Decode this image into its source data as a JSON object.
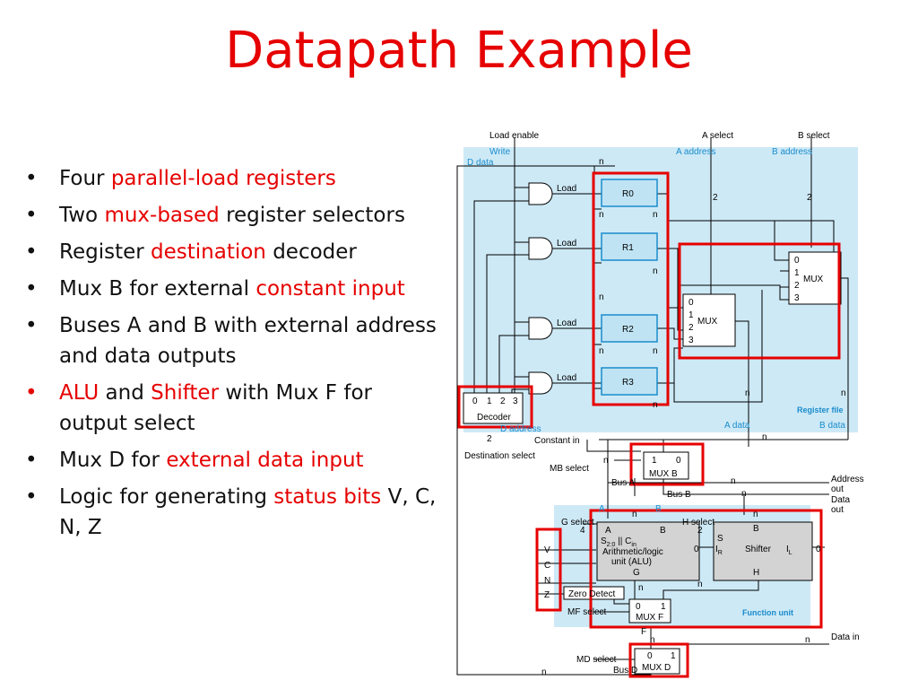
{
  "slide": {
    "title": "Datapath Example"
  },
  "bullets": [
    {
      "parts": [
        {
          "t": "Four ",
          "red": false
        },
        {
          "t": "parallel-load registers",
          "red": true
        }
      ],
      "bullet_red": false
    },
    {
      "parts": [
        {
          "t": "Two ",
          "red": false
        },
        {
          "t": "mux-based",
          "red": true
        },
        {
          "t": " register selectors",
          "red": false
        }
      ],
      "bullet_red": false
    },
    {
      "parts": [
        {
          "t": "Register ",
          "red": false
        },
        {
          "t": "destination",
          "red": true
        },
        {
          "t": " decoder",
          "red": false
        }
      ],
      "bullet_red": false
    },
    {
      "parts": [
        {
          "t": "Mux  B for external ",
          "red": false
        },
        {
          "t": "constant input",
          "red": true
        }
      ],
      "bullet_red": false
    },
    {
      "parts": [
        {
          "t": "Buses A and B with external address and data outputs",
          "red": false
        }
      ],
      "bullet_red": false
    },
    {
      "parts": [
        {
          "t": "ALU",
          "red": true
        },
        {
          "t": " and ",
          "red": false
        },
        {
          "t": "Shifter",
          "red": true
        },
        {
          "t": " with Mux F for output select",
          "red": false
        }
      ],
      "bullet_red": true
    },
    {
      "parts": [
        {
          "t": "Mux D for ",
          "red": false
        },
        {
          "t": "external data input",
          "red": true
        }
      ],
      "bullet_red": false
    },
    {
      "parts": [
        {
          "t": "Logic for generating ",
          "red": false
        },
        {
          "t": "status bits",
          "red": true
        },
        {
          "t": " V, C, N, Z",
          "red": false
        }
      ],
      "bullet_red": false
    }
  ],
  "bullet_symbol": "•",
  "colors": {
    "title": "#e60000",
    "highlight": "#e60000",
    "panel": "#cde9f6",
    "register_fill": "#bfe3f3",
    "unit_fill": "#d3d3d3",
    "blue_label": "#1a8ccc"
  },
  "diagram": {
    "top_labels": {
      "load_enable": "Load enable",
      "a_select": "A  select",
      "b_select": "B select"
    },
    "blue_labels": {
      "write": "Write",
      "d_data": "D data",
      "a_address": "A address",
      "b_address": "B address",
      "register_file": "Register file",
      "a_data": "A data",
      "b_data": "B data",
      "d_address": "D address",
      "function_unit": "Function unit",
      "bus_a_label": "A",
      "bus_b_label": "B"
    },
    "load": "Load",
    "registers": [
      "R0",
      "R1",
      "R2",
      "R3"
    ],
    "n": "n",
    "two": "2",
    "four": "4",
    "zero": "0",
    "one": "1",
    "mux": "MUX",
    "mux_inputs": [
      "0",
      "1",
      "2",
      "3"
    ],
    "decoder": {
      "inputs": [
        "0",
        "1",
        "2",
        "3"
      ],
      "label": "Decoder"
    },
    "constant_in": "Constant in",
    "destination_select": "Destination select",
    "mb_select": "MB select",
    "mux_b": "MUX B",
    "bus_a": "Bus A",
    "bus_b": "Bus B",
    "address_out": [
      "Address",
      "out"
    ],
    "data_out": [
      "Data",
      "out"
    ],
    "g_select": "G select",
    "h_select": "H select",
    "alu": {
      "a": "A",
      "b": "B",
      "sc": "S",
      "s_sub": "2:0",
      "bar": " || C",
      "c_sub": "in",
      "line1": "Arithmetic/logic",
      "line2": "unit (ALU)",
      "g": "G"
    },
    "shifter": {
      "b": "B",
      "s": "S",
      "ir": "I",
      "ir_sub": "R",
      "name": "Shifter",
      "il": "I",
      "il_sub": "L",
      "h": "H"
    },
    "status_bits": [
      "V",
      "C",
      "N",
      "Z"
    ],
    "zero_detect": "Zero Detect",
    "mf_select": "MF select",
    "mux_f": "MUX F",
    "f_label": "F",
    "data_in": "Data in",
    "md_select": "MD select",
    "mux_d": "MUX D",
    "bus_d": "Bus D"
  }
}
